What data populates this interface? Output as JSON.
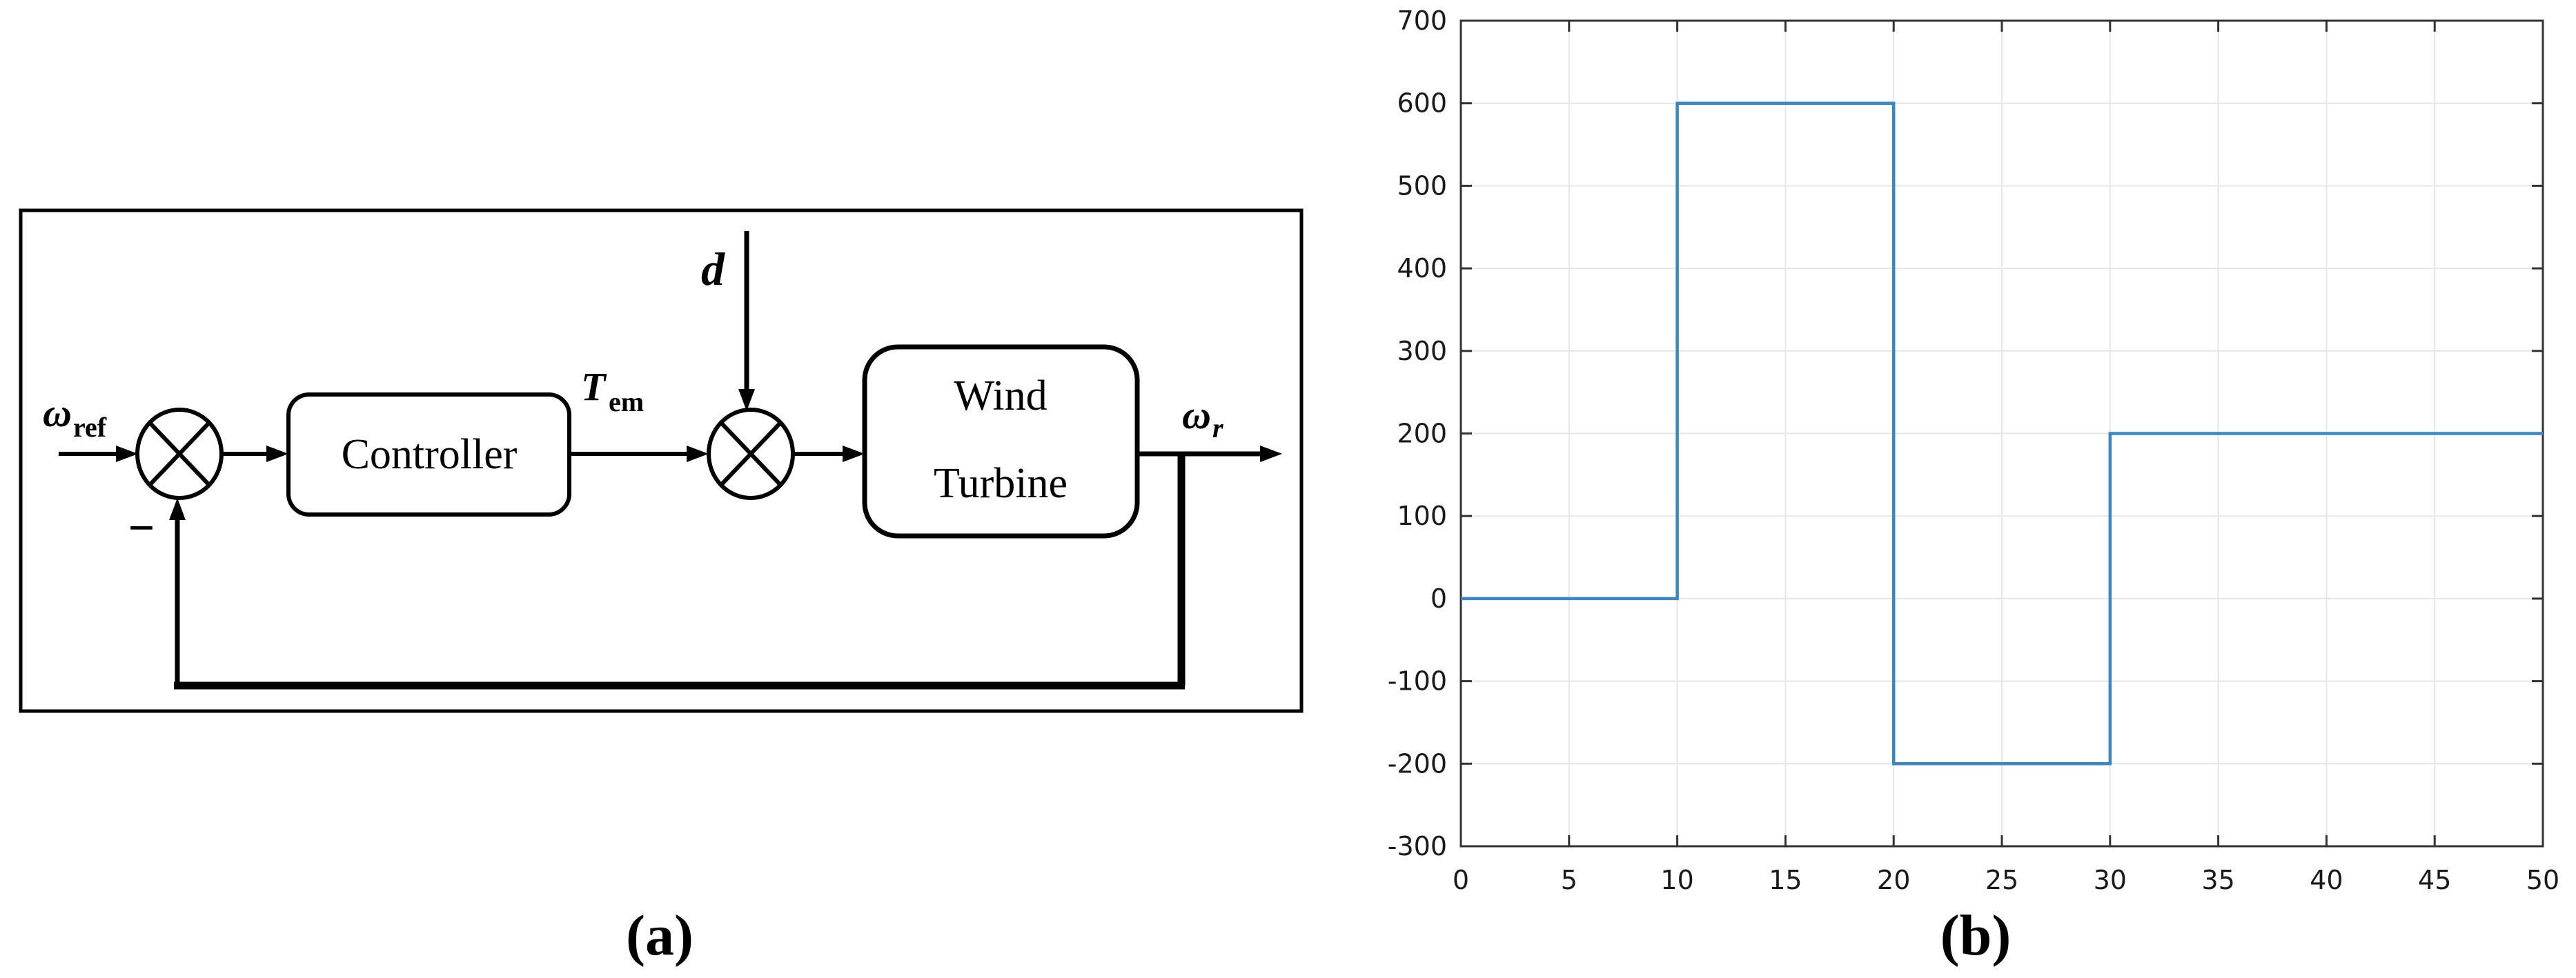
{
  "panels": {
    "a": {
      "caption": "(a)",
      "labels": {
        "omega_ref_main": "ω",
        "omega_ref_sub": "ref",
        "minus_sign": "−",
        "controller": "Controller",
        "t_em_main": "T",
        "t_em_sub": "em",
        "disturbance": "d",
        "wind_turbine_line1": "Wind",
        "wind_turbine_line2": "Turbine",
        "omega_r_main": "ω",
        "omega_r_sub": "r"
      }
    },
    "b": {
      "caption": "(b)"
    }
  },
  "chart_data": {
    "type": "line",
    "subtype": "step",
    "title": "",
    "xlabel": "",
    "ylabel": "",
    "xlim": [
      0,
      50
    ],
    "ylim": [
      -300,
      700
    ],
    "xticks": [
      0,
      5,
      10,
      15,
      20,
      25,
      30,
      35,
      40,
      45,
      50
    ],
    "yticks": [
      -300,
      -200,
      -100,
      0,
      100,
      200,
      300,
      400,
      500,
      600,
      700
    ],
    "grid": true,
    "legend": "none",
    "line_color": "#3a87c6",
    "grid_color": "#e6e6e6",
    "axis_color": "#333333",
    "tick_label_color": "#1a1a1a",
    "x": [
      0,
      10,
      10,
      20,
      20,
      30,
      30,
      50
    ],
    "y": [
      0,
      0,
      600,
      600,
      -200,
      -200,
      200,
      200
    ],
    "segments": [
      {
        "x_start": 0,
        "x_end": 10,
        "value": 0
      },
      {
        "x_start": 10,
        "x_end": 20,
        "value": 600
      },
      {
        "x_start": 20,
        "x_end": 30,
        "value": -200
      },
      {
        "x_start": 30,
        "x_end": 50,
        "value": 200
      }
    ]
  }
}
